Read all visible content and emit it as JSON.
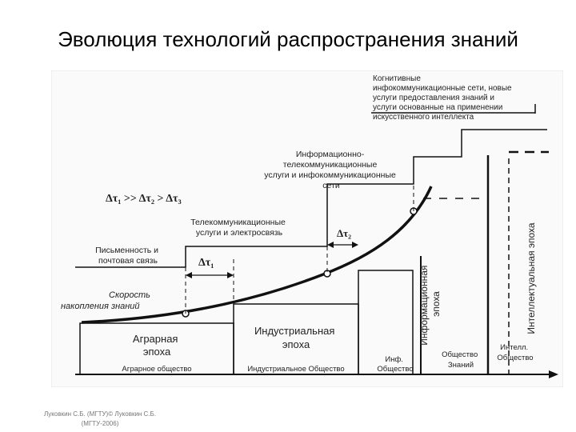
{
  "title": "Эволюция технологий распространения знаний",
  "footer": {
    "line1": "Луковкин С.Б. (МГТУ)© Луковкин С.Б.",
    "line2": "(МГТУ-2006)"
  },
  "diagram": {
    "curve_label": [
      "Скорость",
      "накопления знаний"
    ],
    "formula": "Δτ₁ >> Δτ₂ > Δτ₃",
    "dtau1": "Δτ₁",
    "dtau2": "Δτ₂",
    "steps": {
      "writing": [
        "Письменность и",
        "почтовая связь"
      ],
      "telecom": [
        "Телекоммуникационные",
        "услуги и электросвязь"
      ],
      "infocom": [
        "Информационно-",
        "телекоммуникационные",
        "услуги и инфокоммуникационные",
        "сети"
      ],
      "cognitive": [
        "Когнитивные",
        "инфокоммуникационные сети, новые",
        "услуги предоставления знаний и",
        "услуги основанные на применении",
        "искусственного интеллекта"
      ]
    },
    "eras": {
      "agrarian": [
        "Аграрная",
        "эпоха"
      ],
      "industrial": [
        "Индустриальная",
        "эпоха"
      ],
      "information": [
        "Информационная",
        "эпоха"
      ],
      "intellectual": "Интеллектуальная эпоха"
    },
    "societies": {
      "agrarian": "Аграрное общество",
      "industrial": "Индустриальное Общество",
      "information": [
        "Инф.",
        "Общество"
      ],
      "knowledge": [
        "Общество",
        "Знаний"
      ],
      "intellectual": [
        "Интелл.",
        "Общество"
      ]
    }
  }
}
